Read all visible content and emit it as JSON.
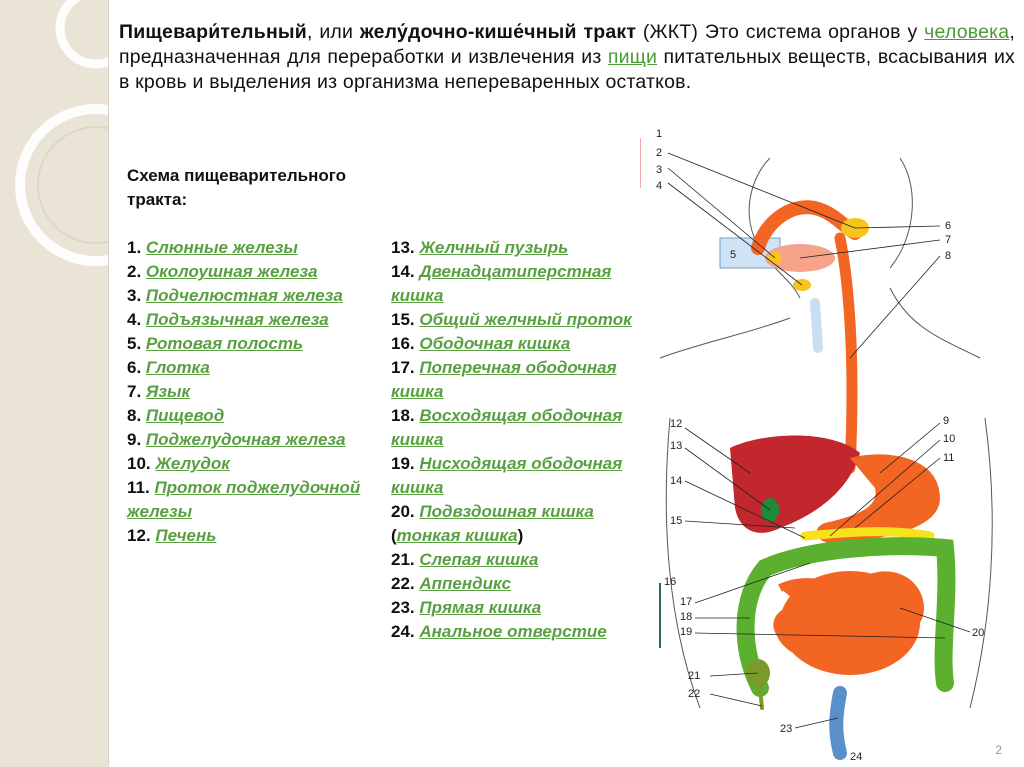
{
  "intro": {
    "term1": "Пищевари́тельный",
    "sep1": ", или ",
    "term2": "желу́дочно-кише́чный тракт",
    "abbr": " (ЖКТ) Это система органов у ",
    "link1": "человека",
    "mid": ", предназначенная для переработки и извлечения из ",
    "link2": "пищи",
    "end": " питательных веществ, всасывания их в кровь и выделения из организма непереваренных остатков."
  },
  "scheme": {
    "title": "Схема пищеварительного тракта:",
    "items": [
      {
        "num": "1.",
        "label": "Слюнные железы"
      },
      {
        "num": "2.",
        "label": "Околоушная железа"
      },
      {
        "num": "3.",
        "label": "Подчелюстная железа"
      },
      {
        "num": "4.",
        "label": "Подъязычная железа"
      },
      {
        "num": "5.",
        "label": "Ротовая полость"
      },
      {
        "num": "6.",
        "label": "Глотка"
      },
      {
        "num": "7.",
        "label": "Язык"
      },
      {
        "num": "8.",
        "label": "Пищевод"
      },
      {
        "num": "9.",
        "label": "Поджелудочная железа"
      },
      {
        "num": "10.",
        "label": "Желудок"
      },
      {
        "num": "11.",
        "label": "Проток поджелудочной железы"
      },
      {
        "num": "12.",
        "label": "Печень"
      },
      {
        "num": "13.",
        "label": "Желчный пузырь"
      },
      {
        "num": "14.",
        "label": "Двенадцатиперстная кишка"
      },
      {
        "num": "15.",
        "label": "Общий желчный проток"
      },
      {
        "num": "16.",
        "label": "Ободочная кишка"
      },
      {
        "num": "17.",
        "label": "Поперечная ободочная кишка"
      },
      {
        "num": "18.",
        "label": "Восходящая ободочная кишка"
      },
      {
        "num": "19.",
        "label": "Нисходящая ободочная кишка"
      },
      {
        "num": "20.",
        "label": "Подвздошная кишка",
        "open": " (",
        "extra": "тонкая кишка",
        "close": ")"
      },
      {
        "num": "21.",
        "label": "Слепая кишка"
      },
      {
        "num": "22.",
        "label": "Аппендикс"
      },
      {
        "num": "23.",
        "label": "Прямая кишка"
      },
      {
        "num": "24.",
        "label": "Анальное отверстие"
      }
    ]
  },
  "diagram_labels": [
    "1",
    "2",
    "3",
    "4",
    "5",
    "6",
    "7",
    "8",
    "9",
    "10",
    "11",
    "12",
    "13",
    "14",
    "15",
    "16",
    "17",
    "18",
    "19",
    "20",
    "21",
    "22",
    "23",
    "24"
  ],
  "page_number": "2",
  "colors": {
    "link": "#5aa042",
    "esophagus": "#f26522",
    "liver": "#c1272d",
    "colon": "#5bb030",
    "small_intestine": "#f26522",
    "pancreas": "#f7e31b",
    "rectum": "#5b8fc9",
    "sidebar": "#e9e4d6"
  }
}
